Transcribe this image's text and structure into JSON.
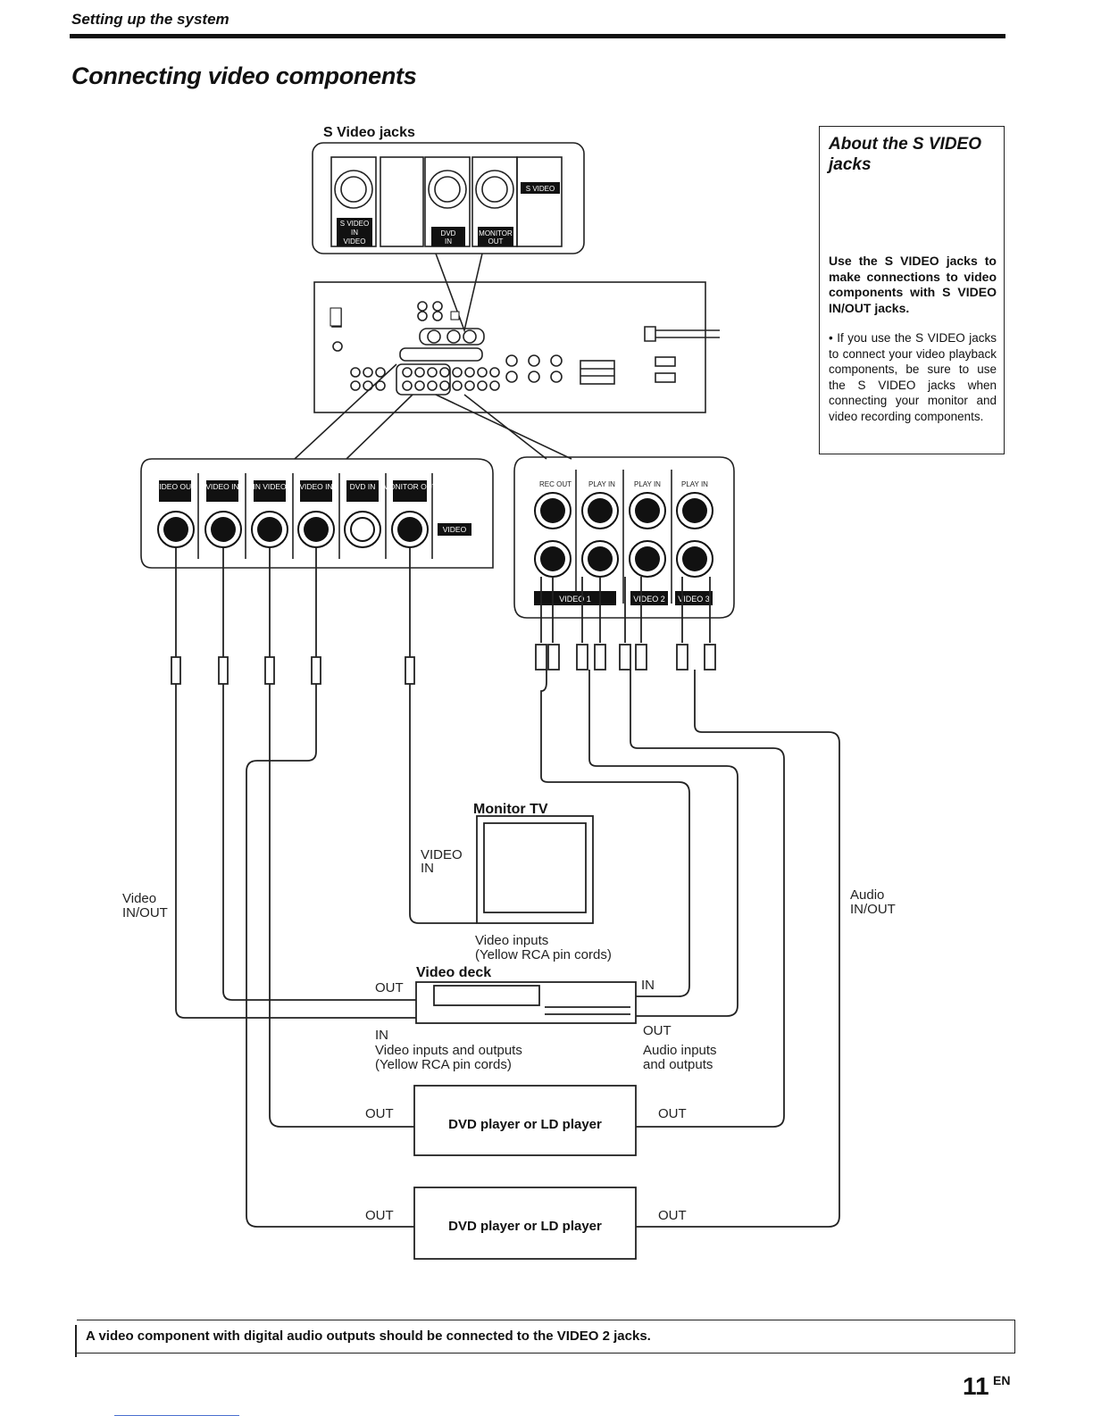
{
  "header": {
    "section": "Setting up the system",
    "title": "Connecting video components"
  },
  "diagram": {
    "s_video_jacks_title": "S Video jacks",
    "s_video_badge": "S VIDEO",
    "s_video_in_video": "S VIDEO IN VIDEO",
    "dvd_in": "DVD IN",
    "monitor_out": "MONITOR OUT",
    "video_panel_labels": [
      "VIDEO OUT",
      "VIDEO IN",
      "IN VIDEO",
      "VIDEO IN",
      "DVD IN",
      "MONITOR OUT"
    ],
    "video_badge": "VIDEO",
    "audio_panel_labels": [
      "REC OUT",
      "PLAY IN",
      "PLAY IN",
      "PLAY IN"
    ],
    "audio_group_labels": [
      "VIDEO 1",
      "VIDEO 2",
      "VIDEO 3"
    ],
    "monitor_tv": "Monitor TV",
    "tv_input": "VIDEO IN",
    "video_inputs_line1": "Video inputs",
    "video_inputs_line2": "(Yellow RCA pin cords)",
    "video_deck": "Video deck",
    "deck_out_left": "OUT",
    "deck_in_right": "IN",
    "deck_in_left": "IN",
    "deck_out_right": "OUT",
    "vio_line1": "Video inputs and outputs",
    "vio_line2": "(Yellow RCA pin cords)",
    "aio_line1": "Audio inputs",
    "aio_line2": "and outputs",
    "video_inout_line1": "Video",
    "video_inout_line2": "IN/OUT",
    "audio_inout_line1": "Audio",
    "audio_inout_line2": "IN/OUT",
    "player1_label": "DVD player or LD player",
    "player1_out_left": "OUT",
    "player1_out_right": "OUT",
    "player2_label": "DVD player or LD player",
    "player2_out_left": "OUT",
    "player2_out_right": "OUT"
  },
  "about": {
    "title_line1": "About the S VIDEO",
    "title_line2": "jacks",
    "lead": "Use the S VIDEO jacks to make connections to video components with S VIDEO IN/OUT jacks.",
    "bullet": "• If you use the S VIDEO jacks to connect your video playback components, be sure to use the S VIDEO jacks when connecting your monitor and video recording components."
  },
  "note": "A video component with digital audio outputs should be connected to the VIDEO 2 jacks.",
  "footer": {
    "page_number": "11",
    "page_suffix": "EN"
  }
}
